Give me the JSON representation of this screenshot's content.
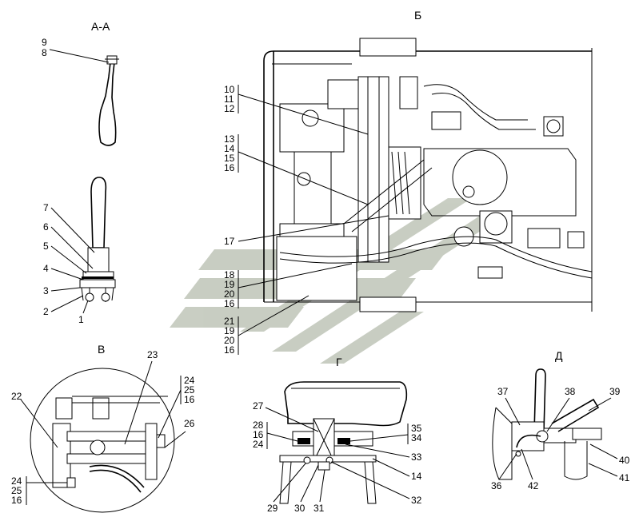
{
  "sections": {
    "aa": {
      "title": "А-А",
      "callouts": [
        "9",
        "8",
        "7",
        "6",
        "5",
        "4",
        "3",
        "2",
        "1"
      ]
    },
    "b": {
      "title": "Б",
      "callouts": [
        "10",
        "11",
        "12",
        "13",
        "14",
        "15",
        "16",
        "17",
        "18",
        "19",
        "20",
        "16",
        "21",
        "19",
        "20",
        "16"
      ]
    },
    "v": {
      "title": "В",
      "callouts": [
        "23",
        "24",
        "25",
        "16",
        "22",
        "26",
        "24",
        "25",
        "16"
      ]
    },
    "g": {
      "title": "Г",
      "callouts": [
        "27",
        "28",
        "16",
        "24",
        "35",
        "34",
        "33",
        "14",
        "29",
        "30",
        "31",
        "32"
      ]
    },
    "d": {
      "title": "Д",
      "callouts": [
        "37",
        "38",
        "39",
        "40",
        "41",
        "36",
        "42"
      ]
    }
  },
  "colors": {
    "line": "#000000",
    "watermark": "#bfc5b8"
  }
}
